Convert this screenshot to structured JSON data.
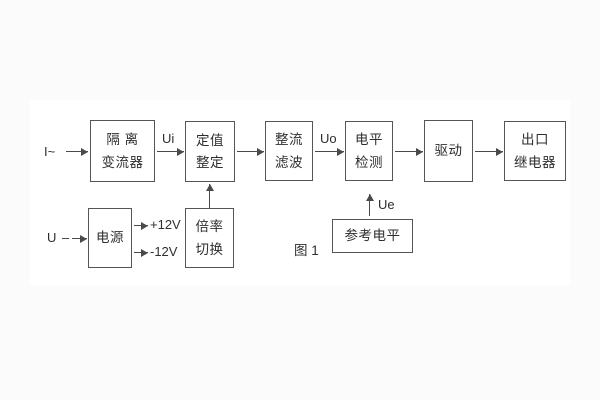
{
  "figure": {
    "caption": "图 1"
  },
  "colors": {
    "ink": "#4a4a4a",
    "text": "#2e2e2e",
    "background": "#fbfbfb",
    "panel": "#ffffff"
  },
  "signals": {
    "input_current": "I~",
    "input_voltage": "U",
    "ui": "Ui",
    "uo": "Uo",
    "ue": "Ue",
    "plus_12v": "+12V",
    "minus_12v": "-12V"
  },
  "blocks": {
    "isolation_transformer": {
      "lines": [
        "隔 离",
        "变流器"
      ]
    },
    "setting_adjust": {
      "lines": [
        "定值",
        "整定"
      ]
    },
    "rectifier_filter": {
      "lines": [
        "整流",
        "滤波"
      ]
    },
    "level_detection": {
      "lines": [
        "电平",
        "检测"
      ]
    },
    "driver": {
      "lines": [
        "驱动"
      ]
    },
    "output_relay": {
      "lines": [
        "出口",
        "继电器"
      ]
    },
    "power_supply": {
      "lines": [
        "电源"
      ]
    },
    "ratio_switch": {
      "lines": [
        "倍率",
        "切换"
      ]
    },
    "reference_level": {
      "lines": [
        "参考电平"
      ]
    }
  }
}
